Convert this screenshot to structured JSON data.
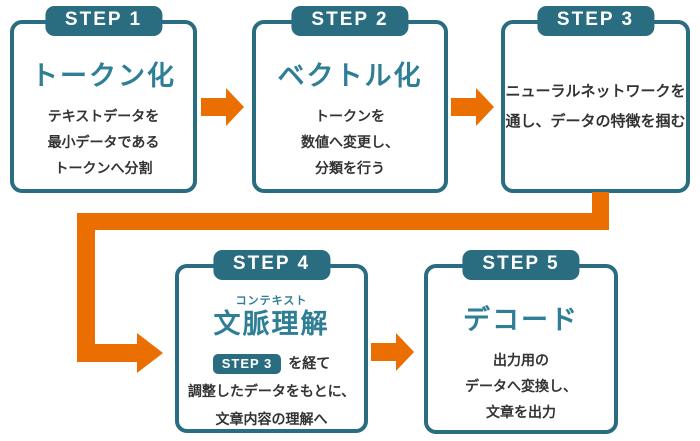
{
  "colors": {
    "teal": "#2a6c80",
    "title_teal": "#2e7e95",
    "body_text": "#333333",
    "arrow_orange": "#eb6e00",
    "box_background": "#ffffff"
  },
  "steps": [
    {
      "badge": "STEP 1",
      "title": "トークン化",
      "body_lines": [
        "テキストデータを",
        "最小データである",
        "トークンへ分割"
      ]
    },
    {
      "badge": "STEP 2",
      "title": "ベクトル化",
      "body_lines": [
        "トークンを",
        "数値へ変更し、",
        "分類を行う"
      ]
    },
    {
      "badge": "STEP 3",
      "title": "",
      "body_lines": [
        "ニューラルネットワークを",
        "通し、データの特徴を掴む"
      ]
    },
    {
      "badge": "STEP 4",
      "ruby": "コンテキスト",
      "title": "文脈理解",
      "inline_badge": "STEP 3",
      "body_lines": [
        "を経て",
        "調整したデータをもとに、",
        "文章内容の理解へ"
      ]
    },
    {
      "badge": "STEP 5",
      "title": "デコード",
      "body_lines": [
        "出力用の",
        "データへ変換し、",
        "文章を出力"
      ]
    }
  ]
}
